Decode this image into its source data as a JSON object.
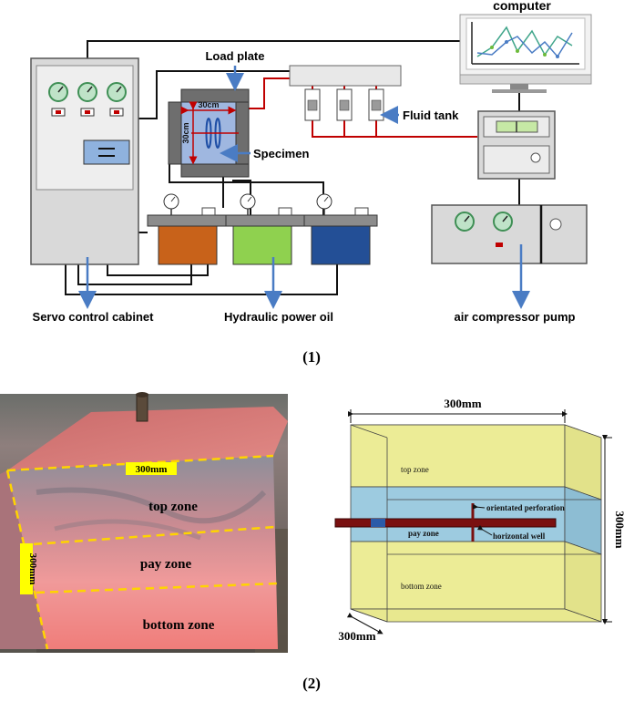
{
  "panel1": {
    "caption": "(1)",
    "labels": {
      "computer": "computer",
      "load_plate": "Load plate",
      "fluid_tank": "Fluid tank",
      "specimen": "Specimen",
      "dim_width": "30cm",
      "dim_height": "30cm",
      "servo": "Servo control cabinet",
      "hydraulic": "Hydraulic power oil",
      "air_pump": "air compressor pump"
    },
    "colors": {
      "oil_orange": "#c8621a",
      "oil_green": "#8fd14f",
      "oil_blue": "#234f96",
      "specimen_fill": "#9fb7e0",
      "arrow_blue": "#4a7cc4",
      "fluid_line_red": "#c00000",
      "gauge_green": "#3f8f55"
    }
  },
  "panel2": {
    "caption": "(2)",
    "photo": {
      "dim_top": "300mm",
      "dim_side": "300mm",
      "zones": [
        "top zone",
        "pay zone",
        "bottom zone"
      ]
    },
    "schematic": {
      "dim_top": "300mm",
      "dim_right": "300mm",
      "dim_bottom": "300mm",
      "zones": [
        "top zone",
        "pay zone",
        "bottom zone"
      ],
      "perforation_label": "orientated perforation",
      "well_label": "horizontal well"
    },
    "colors": {
      "zone_yellow": "#ecec96",
      "pay_blue": "#9dcbe0",
      "well_red": "#7a1010",
      "dim_highlight": "#ffff00"
    }
  }
}
